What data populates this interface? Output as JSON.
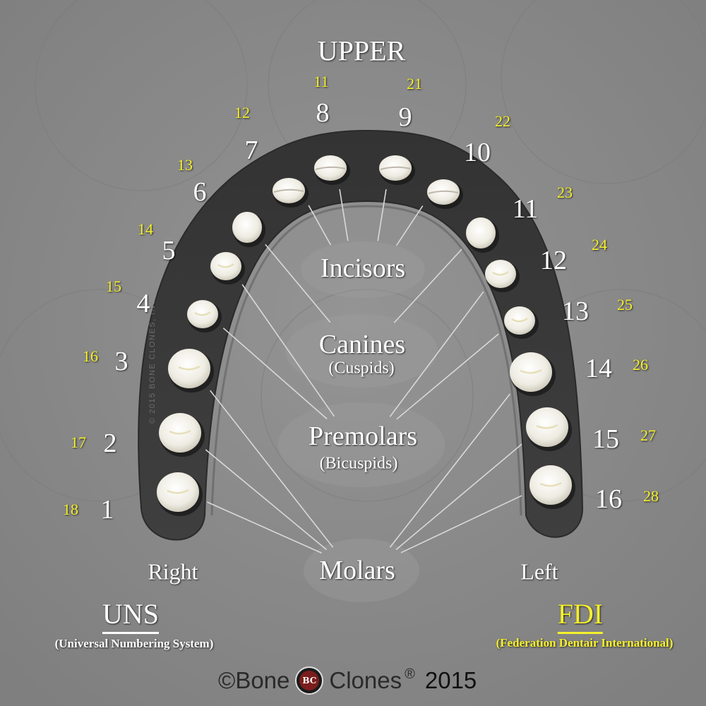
{
  "title": "UPPER",
  "colors": {
    "background": "#8b8b8b",
    "jaw": "#3c3c3c",
    "uns_number": "#ffffff",
    "fdi_number": "#f5f02a",
    "tooth": "#f3f1ea",
    "leader_line": "#d9d9d9"
  },
  "side_labels": {
    "right": "Right",
    "left": "Left"
  },
  "categories": {
    "incisors": {
      "label": "Incisors"
    },
    "canines": {
      "label": "Canines",
      "sub": "(Cuspids)"
    },
    "premolars": {
      "label": "Premolars",
      "sub": "(Bicuspids)"
    },
    "molars": {
      "label": "Molars"
    }
  },
  "teeth": [
    {
      "uns": "1",
      "fdi": "18",
      "type": "molar",
      "tooth": [
        252,
        697
      ],
      "uns_pos": [
        152,
        722
      ],
      "fdi_pos": [
        100,
        722
      ]
    },
    {
      "uns": "2",
      "fdi": "17",
      "type": "molar",
      "tooth": [
        255,
        613
      ],
      "uns_pos": [
        156,
        628
      ],
      "fdi_pos": [
        111,
        627
      ]
    },
    {
      "uns": "3",
      "fdi": "16",
      "type": "molar",
      "tooth": [
        268,
        522
      ],
      "uns_pos": [
        172,
        512
      ],
      "fdi_pos": [
        128,
        505
      ]
    },
    {
      "uns": "4",
      "fdi": "15",
      "type": "premolar",
      "tooth": [
        287,
        445
      ],
      "uns_pos": [
        203,
        430
      ],
      "fdi_pos": [
        161,
        406
      ]
    },
    {
      "uns": "5",
      "fdi": "14",
      "type": "premolar",
      "tooth": [
        320,
        377
      ],
      "uns_pos": [
        239,
        355
      ],
      "fdi_pos": [
        206,
        325
      ]
    },
    {
      "uns": "6",
      "fdi": "13",
      "type": "canine",
      "tooth": [
        350,
        322
      ],
      "uns_pos": [
        283,
        272
      ],
      "fdi_pos": [
        262,
        234
      ]
    },
    {
      "uns": "7",
      "fdi": "12",
      "type": "incisor",
      "tooth": [
        409,
        270
      ],
      "uns_pos": [
        356,
        213
      ],
      "fdi_pos": [
        343,
        160
      ]
    },
    {
      "uns": "8",
      "fdi": "11",
      "type": "incisor",
      "tooth": [
        468,
        238
      ],
      "uns_pos": [
        457,
        160
      ],
      "fdi_pos": [
        455,
        116
      ]
    },
    {
      "uns": "9",
      "fdi": "21",
      "type": "incisor",
      "tooth": [
        560,
        238
      ],
      "uns_pos": [
        574,
        166
      ],
      "fdi_pos": [
        587,
        119
      ]
    },
    {
      "uns": "10",
      "fdi": "22",
      "type": "incisor",
      "tooth": [
        628,
        272
      ],
      "uns_pos": [
        676,
        216
      ],
      "fdi_pos": [
        712,
        172
      ]
    },
    {
      "uns": "11",
      "fdi": "23",
      "type": "canine",
      "tooth": [
        681,
        330
      ],
      "uns_pos": [
        744,
        296
      ],
      "fdi_pos": [
        800,
        273
      ]
    },
    {
      "uns": "12",
      "fdi": "24",
      "type": "premolar",
      "tooth": [
        709,
        388
      ],
      "uns_pos": [
        784,
        369
      ],
      "fdi_pos": [
        849,
        347
      ]
    },
    {
      "uns": "13",
      "fdi": "25",
      "type": "premolar",
      "tooth": [
        736,
        454
      ],
      "uns_pos": [
        815,
        441
      ],
      "fdi_pos": [
        885,
        432
      ]
    },
    {
      "uns": "14",
      "fdi": "26",
      "type": "molar",
      "tooth": [
        752,
        527
      ],
      "uns_pos": [
        848,
        522
      ],
      "fdi_pos": [
        907,
        517
      ]
    },
    {
      "uns": "15",
      "fdi": "27",
      "type": "molar",
      "tooth": [
        775,
        605
      ],
      "uns_pos": [
        858,
        622
      ],
      "fdi_pos": [
        918,
        617
      ]
    },
    {
      "uns": "16",
      "fdi": "28",
      "type": "molar",
      "tooth": [
        780,
        687
      ],
      "uns_pos": [
        862,
        707
      ],
      "fdi_pos": [
        922,
        703
      ]
    }
  ],
  "numbering_systems": {
    "uns": {
      "abbr": "UNS",
      "full": "(Universal Numbering System)"
    },
    "fdi": {
      "abbr": "FDI",
      "full": "(Federation Dentair International)"
    }
  },
  "model_watermark": "© 2015 BONE CLONES, INC.",
  "footer": {
    "copyright": "©Bone",
    "logo_text": "BC",
    "brand_suffix": "Clones",
    "registered": "®",
    "year": "2015"
  }
}
